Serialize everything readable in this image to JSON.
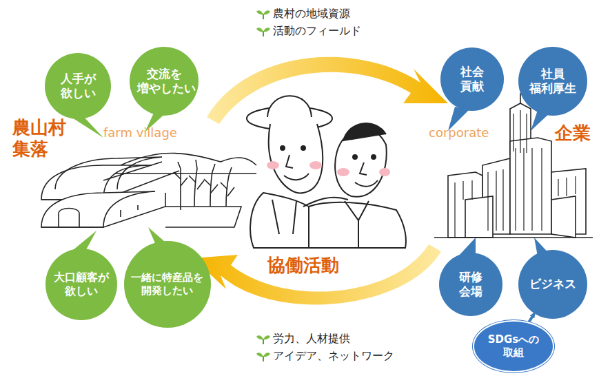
{
  "diagram": {
    "nodes": [
      {
        "text": [
          "人手が 欲しい"
        ]
      },
      {
        "text": [
          "交流を 増やしたい"
        ]
      },
      {
        "text": [
          "社会 貢献"
        ]
      },
      {
        "text": [
          "社員 福利厚生"
        ]
      },
      {
        "text": [
          "大口顧客が 欲しい"
        ]
      },
      {
        "text": [
          "一緒に特産品を 開発したい"
        ]
      },
      {
        "text": [
          "研修 会場"
        ]
      },
      {
        "text": [
          "ビジネス"
        ]
      },
      {
        "text": [
          "SDGsへの 取組"
        ]
      }
    ],
    "edges": [
      {
        "from": 8,
        "to": 7,
        "arrow": "to"
      }
    ],
    "labels": [
      "農村の地域資源",
      "活動のフィールド",
      "労力、人材提供",
      "アイデア、ネットワーク",
      "農山村 集落",
      "farm village",
      "corporate",
      "企業",
      "協働活動"
    ]
  }
}
